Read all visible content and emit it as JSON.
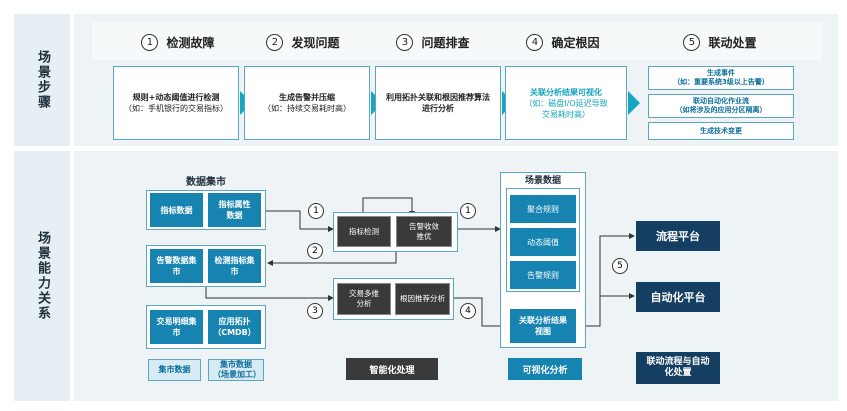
{
  "side_labels": {
    "steps": "场景步骤",
    "capability": "场景能力关系"
  },
  "steps": [
    {
      "num": "1",
      "title": "检测故障",
      "line1": "规则+动态阈值进行检测",
      "line2": "（如：手机银行的交易指标）"
    },
    {
      "num": "2",
      "title": "发现问题",
      "line1": "生成告警并压缩",
      "line2": "（如：持续交易耗时高）"
    },
    {
      "num": "3",
      "title": "问题排查",
      "line1": "利用拓扑关联和根因推荐算法",
      "line2": "进行分析"
    },
    {
      "num": "4",
      "title": "确定根因",
      "line1": "关联分析结果可视化",
      "line2": "（如：磁盘I/O延迟导致",
      "line3": "交易耗时高）"
    },
    {
      "num": "5",
      "title": "联动处置"
    }
  ],
  "step5_boxes": [
    {
      "line1": "生成事件",
      "line2": "（如：重要系统3级以上告警）"
    },
    {
      "line1": "联动自动化作业流",
      "line2": "（如将涉及的应用分区隔离）"
    },
    {
      "line1": "生成技术变更",
      "line2": ""
    }
  ],
  "data_market": {
    "title": "数据集市",
    "boxes": [
      "指标数据",
      "指标属性数据",
      "告警数据集市",
      "检测指标集市",
      "交易明细集市",
      "应用拓扑（CMDB）"
    ]
  },
  "processing": [
    "指标检测",
    "告警收敛推优",
    "交易多维分析",
    "根因推荐分析"
  ],
  "scene_data": {
    "title": "场景数据",
    "boxes": [
      "聚合规则",
      "动态阈值",
      "告警规则"
    ],
    "result": "关联分析结果视图"
  },
  "platforms": [
    "流程平台",
    "自动化平台"
  ],
  "connector_numbers": [
    "1",
    "1",
    "2",
    "3",
    "4",
    "5"
  ],
  "bottom_labels": {
    "market_a": "集市数据",
    "market_b": "集市数据（场景加工）",
    "processing": "智能化处理",
    "visual": "可视化分析",
    "linkage": "联动流程与自动化处置"
  }
}
